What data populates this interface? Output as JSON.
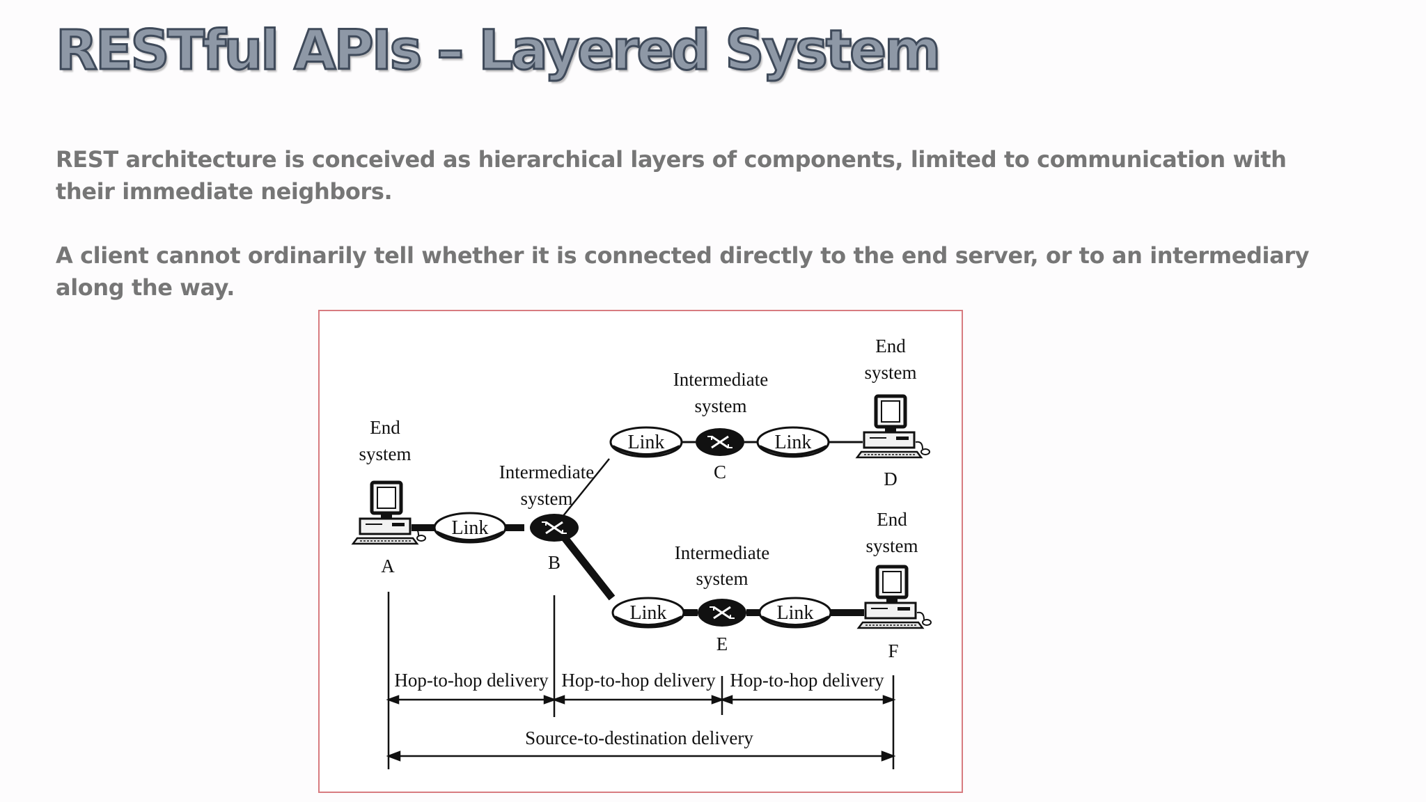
{
  "slide": {
    "title": "RESTful APIs – Layered System",
    "paragraphs": [
      "REST architecture is conceived as hierarchical layers of components, limited to communication with their immediate neighbors.",
      "A client cannot ordinarily tell whether it is connected directly to the end server, or to an intermediary along the way."
    ]
  },
  "diagram": {
    "nodes": {
      "a": {
        "label_line1": "End",
        "label_line2": "system",
        "letter": "A"
      },
      "b": {
        "label_line1": "Intermediate",
        "label_line2": "system",
        "letter": "B"
      },
      "c": {
        "label_line1": "Intermediate",
        "label_line2": "system",
        "letter": "C"
      },
      "d": {
        "label_line1": "End",
        "label_line2": "system",
        "letter": "D"
      },
      "e": {
        "label_line1": "Intermediate",
        "label_line2": "system",
        "letter": "E"
      },
      "f": {
        "label_line1": "End",
        "label_line2": "system",
        "letter": "F"
      }
    },
    "link_label": "Link",
    "hop_labels": [
      "Hop-to-hop delivery",
      "Hop-to-hop delivery",
      "Hop-to-hop delivery"
    ],
    "source_destination_label": "Source-to-destination delivery",
    "icon_names": [
      "computer-icon",
      "router-icon"
    ],
    "colors": {
      "frame_border": "#d77b80",
      "line": "#111111"
    }
  }
}
